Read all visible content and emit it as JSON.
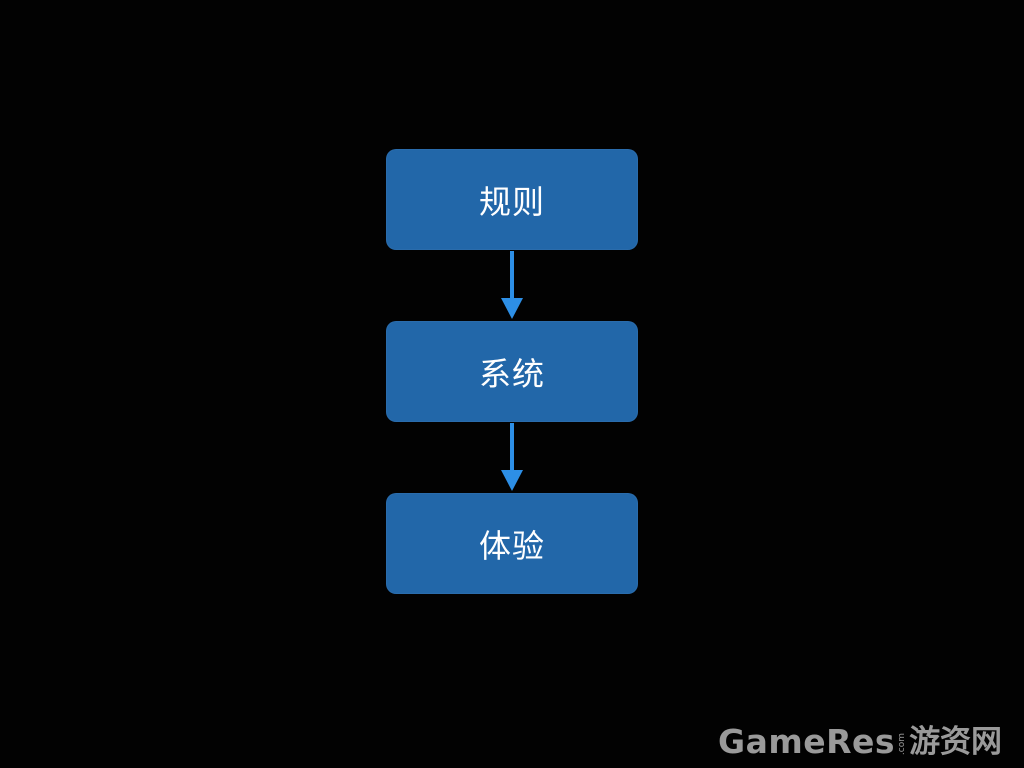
{
  "diagram": {
    "nodes": [
      {
        "id": "rules",
        "label": "规则"
      },
      {
        "id": "system",
        "label": "系统"
      },
      {
        "id": "experience",
        "label": "体验"
      }
    ],
    "edges": [
      {
        "from": "rules",
        "to": "system"
      },
      {
        "from": "system",
        "to": "experience"
      }
    ],
    "colors": {
      "node_fill": "#2267a9",
      "arrow": "#2d8fe6",
      "background": "#000000",
      "text": "#ffffff"
    }
  },
  "watermark": {
    "brand": "GameRes",
    "domain_suffix": ".com",
    "cn_name": "游资网"
  }
}
